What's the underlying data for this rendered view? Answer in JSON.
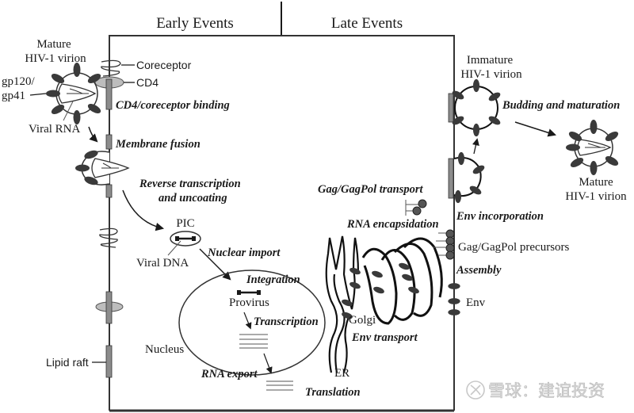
{
  "headers": {
    "early": "Early Events",
    "late": "Late Events"
  },
  "labels": {
    "mature_virion_top_line1": "Mature",
    "mature_virion_top_line2": "HIV-1 virion",
    "gp120_line1": "gp120/",
    "gp120_line2": "gp41",
    "viral_rna": "Viral RNA",
    "coreceptor": "Coreceptor",
    "cd4": "CD4",
    "pic": "PIC",
    "viral_dna": "Viral DNA",
    "provirus": "Provirus",
    "nucleus": "Nucleus",
    "lipid_raft": "Lipid raft",
    "golgi": "Golgi",
    "er": "ER",
    "immature_virion_line1": "Immature",
    "immature_virion_line2": "HIV-1 virion",
    "mature_virion_right_line1": "Mature",
    "mature_virion_right_line2": "HIV-1 virion",
    "gag_precursors": "Gag/GagPol precursors",
    "env": "Env"
  },
  "processes": {
    "cd4_binding": "CD4/coreceptor binding",
    "membrane_fusion": "Membrane fusion",
    "reverse_transcription_line1": "Reverse transcription",
    "reverse_transcription_line2": "and uncoating",
    "nuclear_import": "Nuclear import",
    "integration": "Integration",
    "transcription": "Transcription",
    "rna_export": "RNA export",
    "translation": "Translation",
    "env_transport": "Env transport",
    "gag_transport": "Gag/GagPol transport",
    "rna_encapsidation": "RNA encapsidation",
    "env_incorporation": "Env incorporation",
    "assembly": "Assembly",
    "budding": "Budding and maturation"
  },
  "watermark": "雪球：建谊投资",
  "colors": {
    "ink": "#1a1a1a",
    "spike": "#3a3a3a",
    "raft": "#8c8c8c",
    "cd4_fill": "#bdbdbd",
    "gag_ball": "#555555"
  }
}
